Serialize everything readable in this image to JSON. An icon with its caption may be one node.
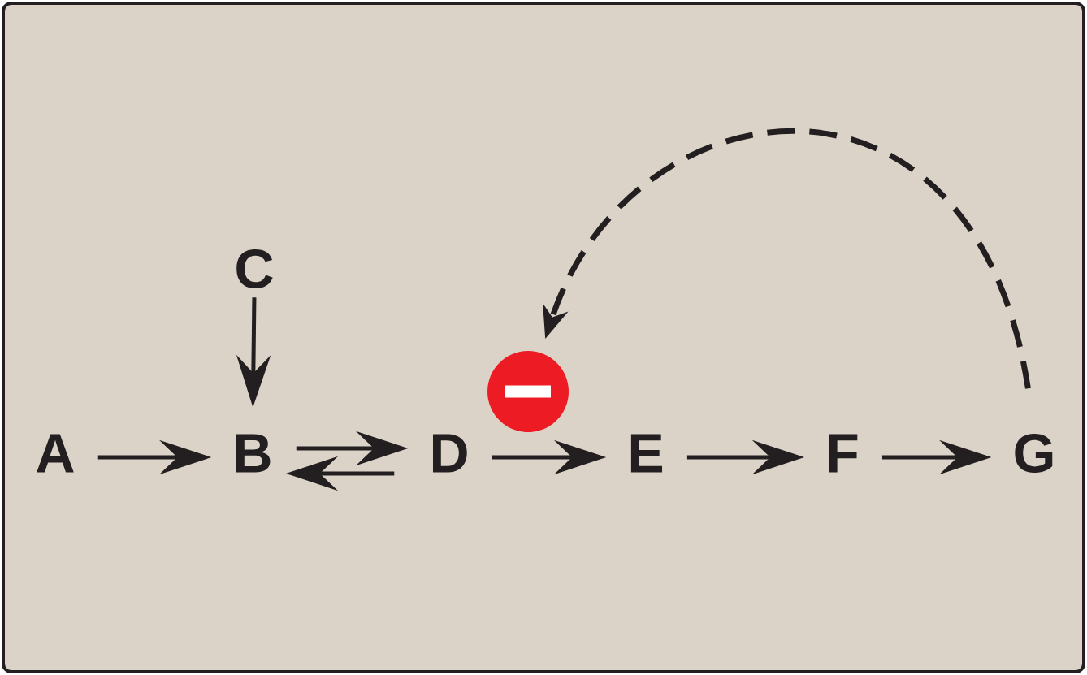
{
  "diagram": {
    "nodes": [
      {
        "text": [
          "A"
        ]
      },
      {
        "text": [
          "B"
        ]
      },
      {
        "text": [
          "C"
        ]
      },
      {
        "text": [
          "D"
        ]
      },
      {
        "text": [
          "E"
        ]
      },
      {
        "text": [
          "F"
        ]
      },
      {
        "text": [
          "G"
        ]
      },
      {
        "text": [],
        "shape": "circle"
      }
    ],
    "edges": [
      {
        "from": 0,
        "to": 1,
        "arrow": "to"
      },
      {
        "from": 2,
        "to": 1,
        "arrow": "to"
      },
      {
        "from": 1,
        "to": 3,
        "arrow": "to"
      },
      {
        "from": 3,
        "to": 1,
        "arrow": "to"
      },
      {
        "from": 3,
        "to": 4,
        "arrow": "to"
      },
      {
        "from": 4,
        "to": 5,
        "arrow": "to"
      },
      {
        "from": 5,
        "to": 6,
        "arrow": "to"
      },
      {
        "from": 6,
        "to": 7,
        "arrow": "to",
        "style": "dashed"
      }
    ]
  }
}
